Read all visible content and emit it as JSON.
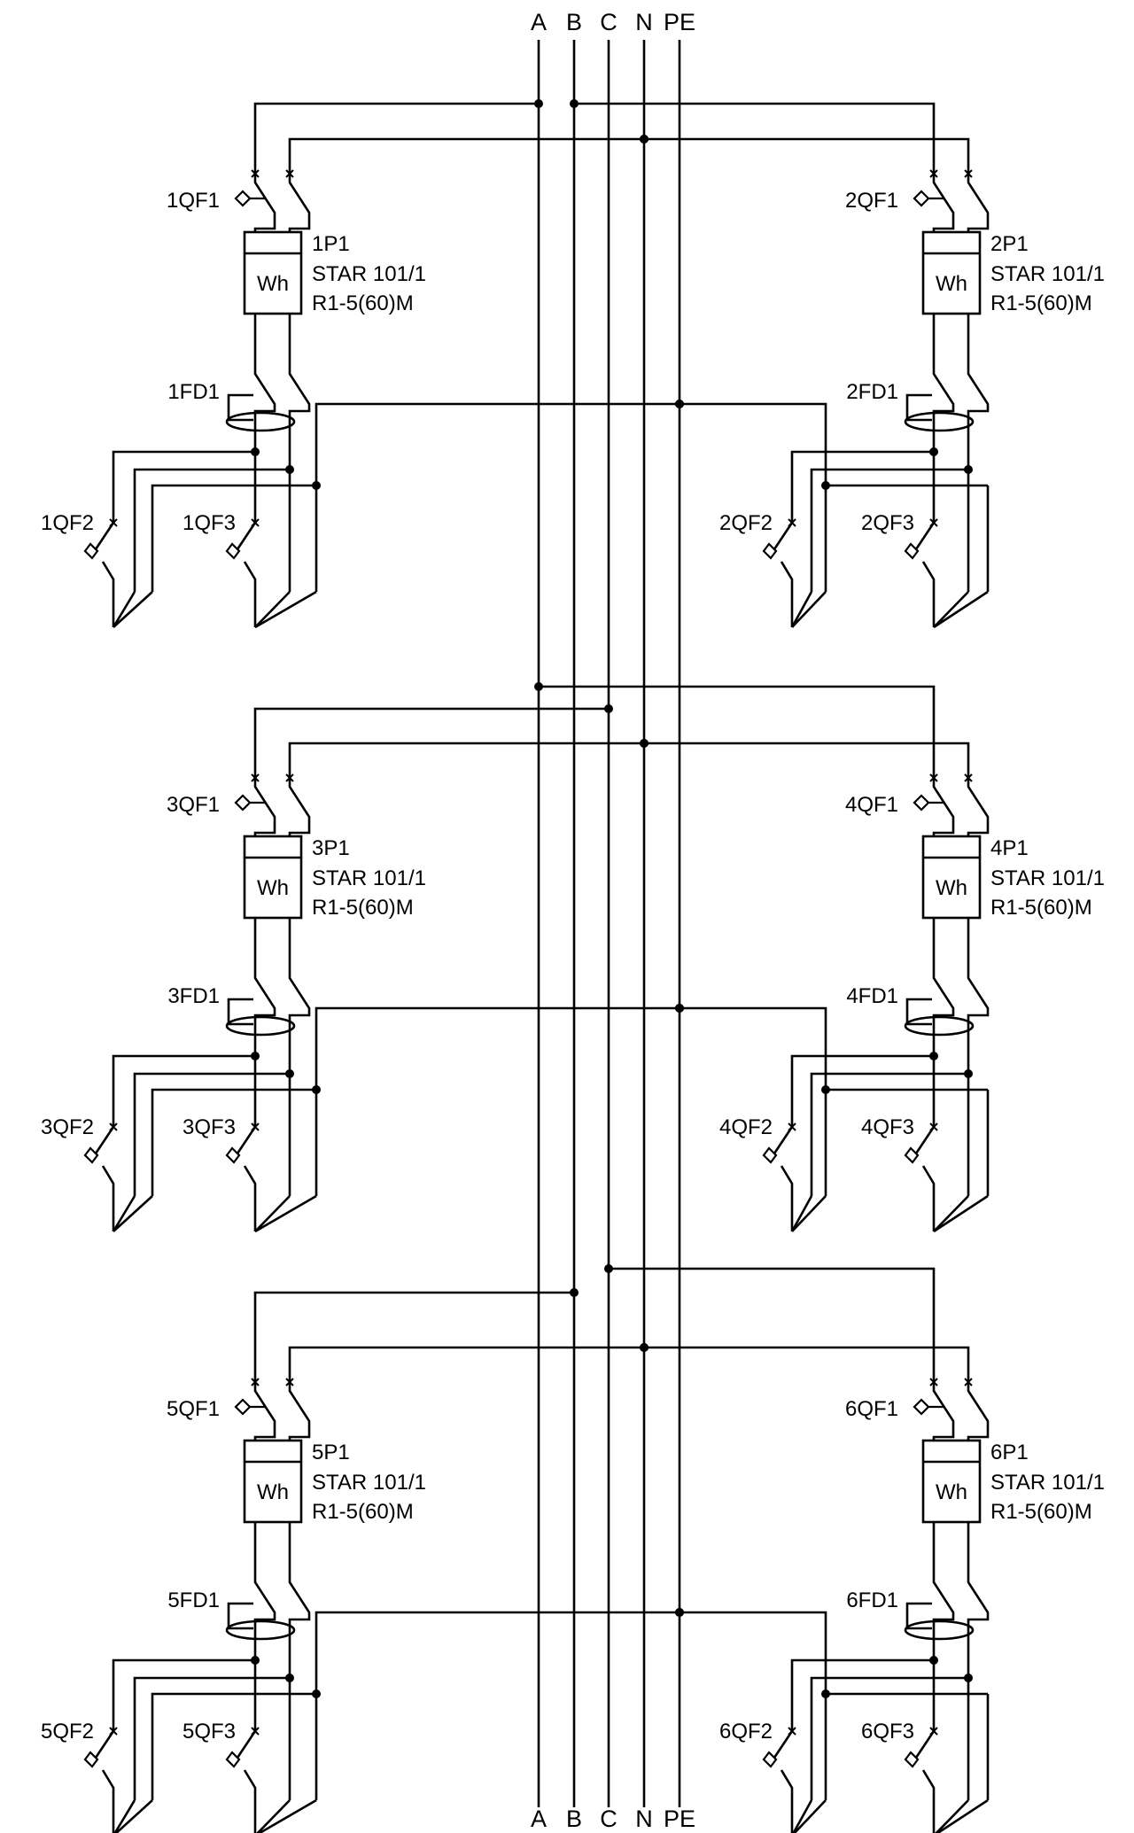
{
  "bus": [
    "A",
    "B",
    "C",
    "N",
    "PE"
  ],
  "units": [
    {
      "qf1": "1QF1",
      "meter": "1P1",
      "fd1": "1FD1",
      "qf2": "1QF2",
      "qf3": "1QF3"
    },
    {
      "qf1": "2QF1",
      "meter": "2P1",
      "fd1": "2FD1",
      "qf2": "2QF2",
      "qf3": "2QF3"
    },
    {
      "qf1": "3QF1",
      "meter": "3P1",
      "fd1": "3FD1",
      "qf2": "3QF2",
      "qf3": "3QF3"
    },
    {
      "qf1": "4QF1",
      "meter": "4P1",
      "fd1": "4FD1",
      "qf2": "4QF2",
      "qf3": "4QF3"
    },
    {
      "qf1": "5QF1",
      "meter": "5P1",
      "fd1": "5FD1",
      "qf2": "5QF2",
      "qf3": "5QF3"
    },
    {
      "qf1": "6QF1",
      "meter": "6P1",
      "fd1": "6FD1",
      "qf2": "6QF2",
      "qf3": "6QF3"
    }
  ],
  "meter": {
    "symbol": "Wh",
    "model": "STAR 101/1",
    "rating": "R1-5(60)M"
  }
}
